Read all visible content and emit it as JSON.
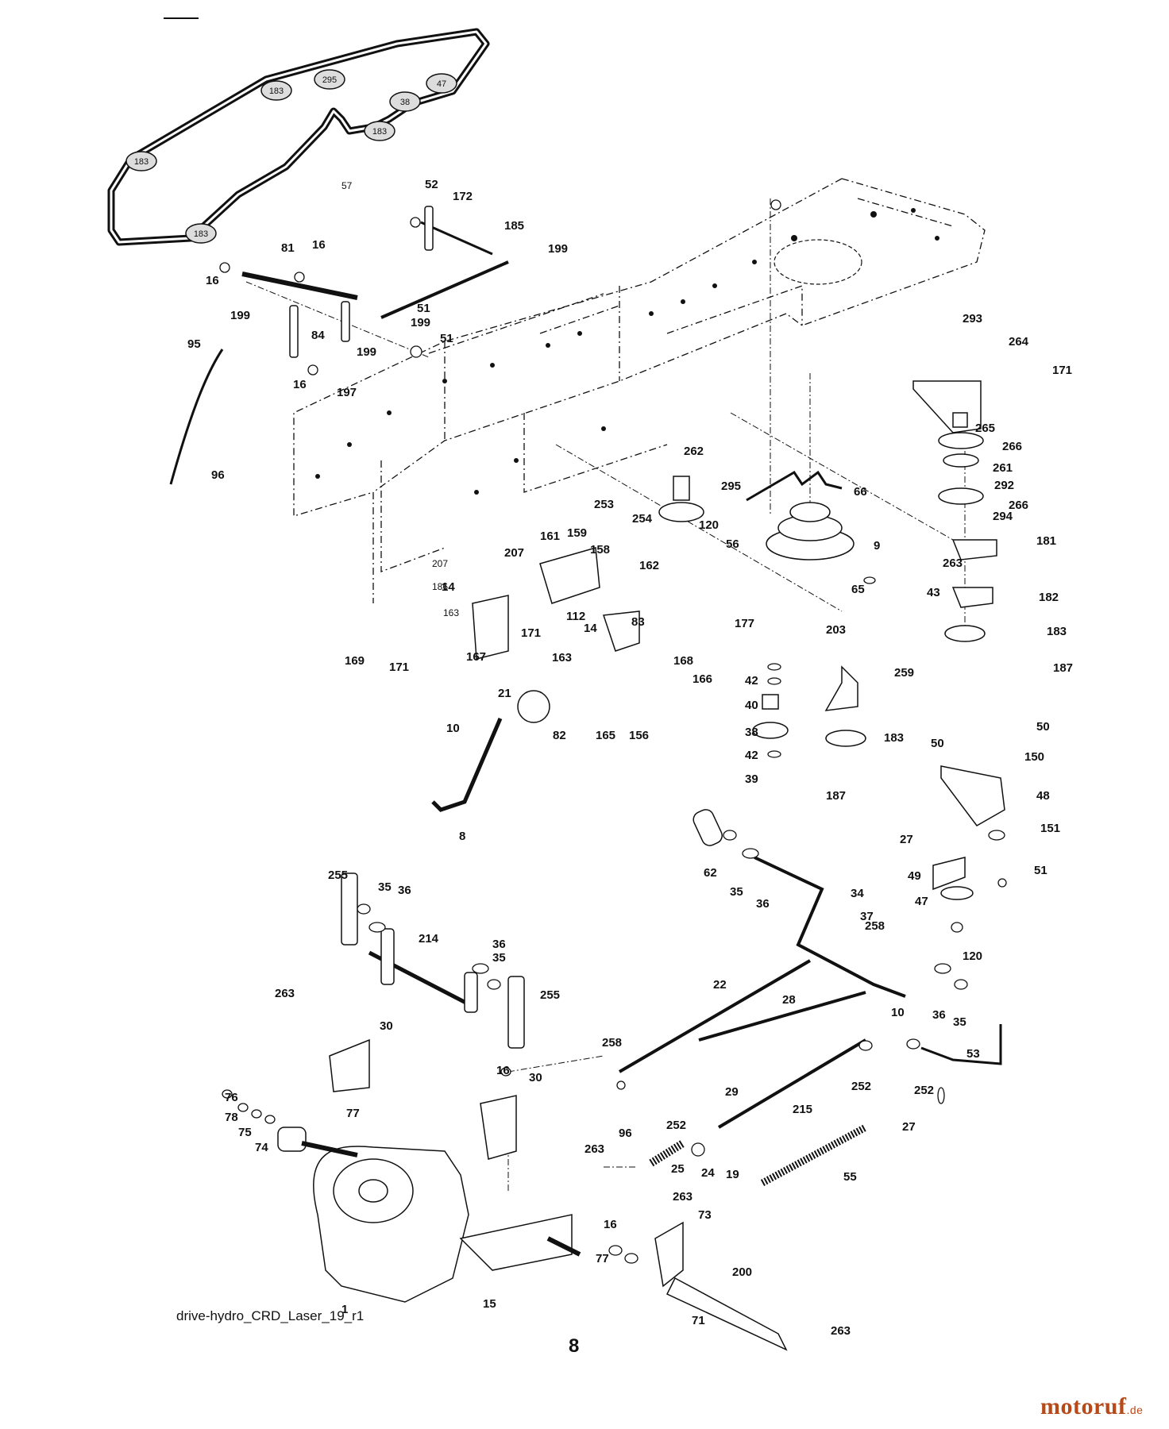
{
  "diagram": {
    "caption": "drive-hydro_CRD_Laser_19_r1",
    "page_number": "8",
    "brand": {
      "name": "motoruf",
      "tld": ".de",
      "color": "#b84a1a"
    },
    "belt_pulleys": [
      "183",
      "295",
      "38",
      "47",
      "183",
      "183",
      "183"
    ],
    "callouts": [
      "57",
      "52",
      "172",
      "185",
      "199",
      "81",
      "16",
      "16",
      "199",
      "51",
      "199",
      "84",
      "199",
      "16",
      "197",
      "95",
      "96",
      "51",
      "293",
      "264",
      "171",
      "265",
      "266",
      "261",
      "292",
      "266",
      "294",
      "262",
      "295",
      "66",
      "120",
      "56",
      "9",
      "253",
      "254",
      "161",
      "159",
      "158",
      "207",
      "162",
      "181",
      "263",
      "182",
      "43",
      "183",
      "187",
      "65",
      "203",
      "207",
      "186",
      "14",
      "163",
      "112",
      "14",
      "83",
      "171",
      "169",
      "171",
      "167",
      "163",
      "177",
      "42",
      "40",
      "38",
      "42",
      "39",
      "259",
      "183",
      "187",
      "168",
      "166",
      "82",
      "165",
      "156",
      "21",
      "10",
      "8",
      "50",
      "50",
      "150",
      "48",
      "27",
      "151",
      "49",
      "51",
      "47",
      "120",
      "62",
      "35",
      "36",
      "34",
      "37",
      "258",
      "255",
      "35",
      "36",
      "214",
      "36",
      "35",
      "255",
      "22",
      "28",
      "36",
      "35",
      "10",
      "53",
      "263",
      "30",
      "258",
      "29",
      "252",
      "252",
      "27",
      "215",
      "16",
      "30",
      "76",
      "78",
      "75",
      "74",
      "77",
      "263",
      "96",
      "252",
      "25",
      "24",
      "19",
      "55",
      "263",
      "73",
      "16",
      "77",
      "200",
      "1",
      "15",
      "71",
      "263"
    ]
  }
}
